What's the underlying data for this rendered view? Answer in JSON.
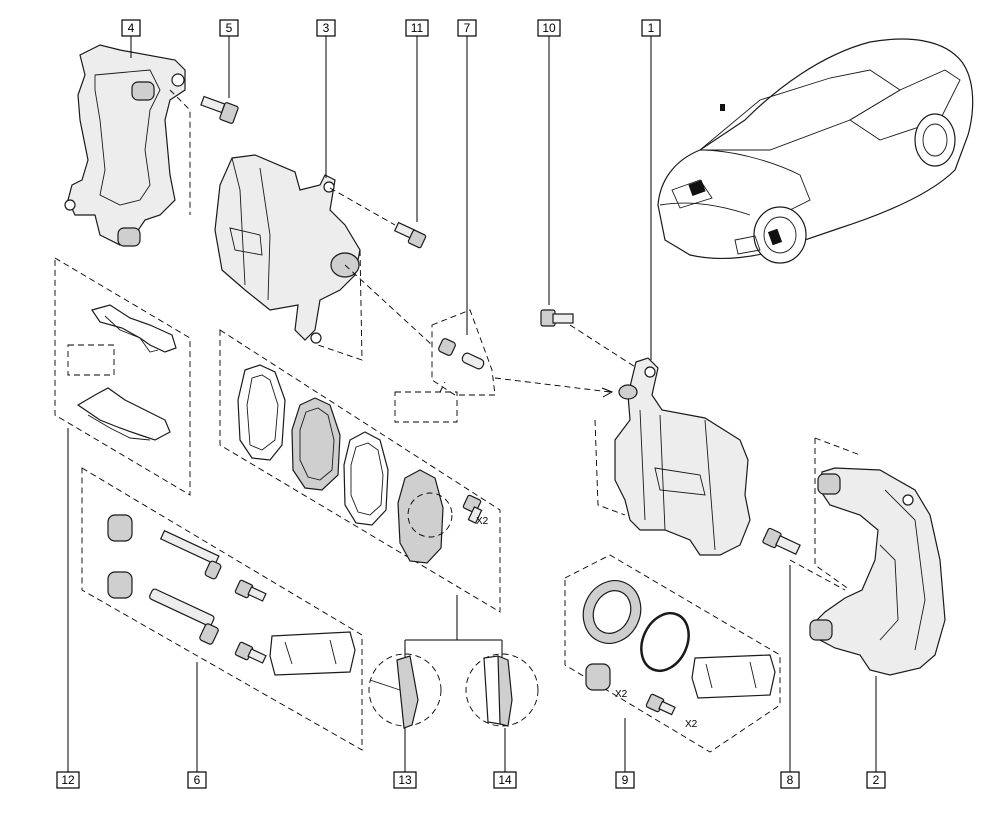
{
  "diagram": {
    "callouts": [
      "4",
      "5",
      "3",
      "11",
      "7",
      "10",
      "1",
      "12",
      "6",
      "13",
      "14",
      "9",
      "8",
      "2"
    ],
    "quantities": {
      "pad_bolt": "X2",
      "caliper_seal": "X2",
      "caliper_bolt": "X2"
    }
  }
}
